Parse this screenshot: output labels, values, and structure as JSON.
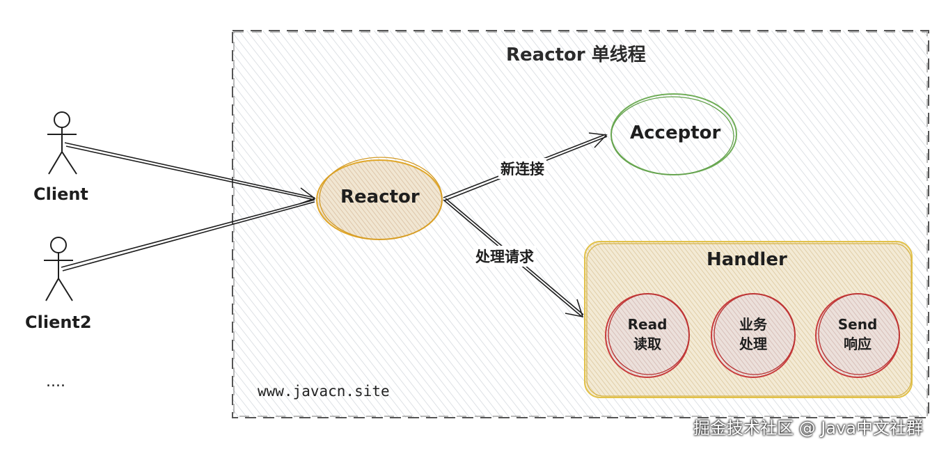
{
  "diagram": {
    "title": "Reactor 单线程",
    "nodes": {
      "reactor": "Reactor",
      "acceptor": "Acceptor",
      "handler": "Handler",
      "read": [
        "Read",
        "读取"
      ],
      "business": [
        "业务",
        "处理"
      ],
      "send": [
        "Send",
        "响应"
      ]
    },
    "edges": {
      "new_connection": "新连接",
      "handle_request": "处理请求"
    },
    "clients": [
      "Client",
      "Client2"
    ],
    "more_clients": "....",
    "website": "www.javacn.site",
    "watermark": "掘金技术社区 @ Java中文社群"
  },
  "colors": {
    "reactor_stroke": "#e0a72a",
    "reactor_fill": "#e8d6b6",
    "acceptor_stroke": "#6fad57",
    "handler_stroke": "#e2c24a",
    "handler_fill": "#eee2c2",
    "subtask_stroke": "#c83c3c",
    "subtask_fill": "#e4cfc6",
    "frame_hatch": "#c9ced5"
  }
}
